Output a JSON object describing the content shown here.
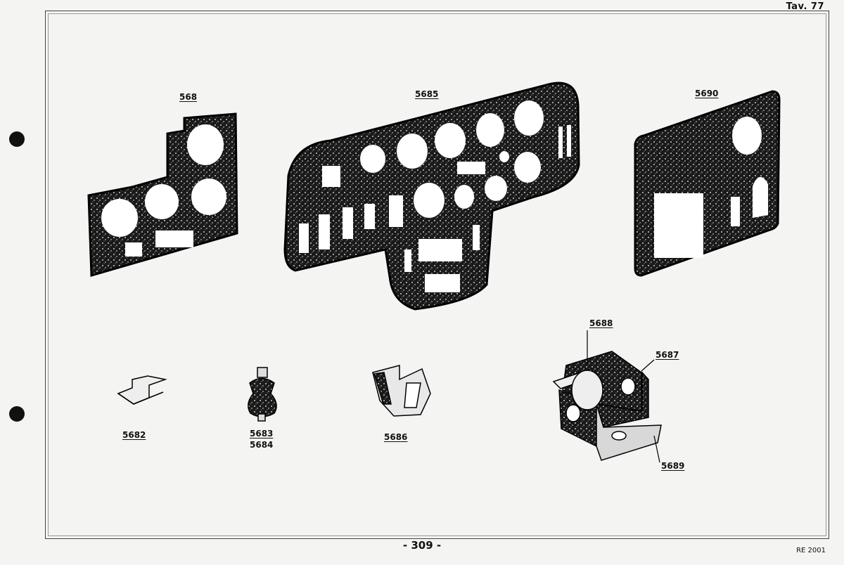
{
  "header": {
    "plate": "Tav. 77"
  },
  "footer": {
    "page_number": "- 309 -",
    "reference": "RE 2001"
  },
  "parts": {
    "p5681": "568",
    "p5685": "5685",
    "p5690": "5690",
    "p5688": "5688",
    "p5687": "5687",
    "p5682": "5682",
    "p5683": "5683",
    "p5684": "5684",
    "p5686": "5686",
    "p5689": "5689"
  }
}
